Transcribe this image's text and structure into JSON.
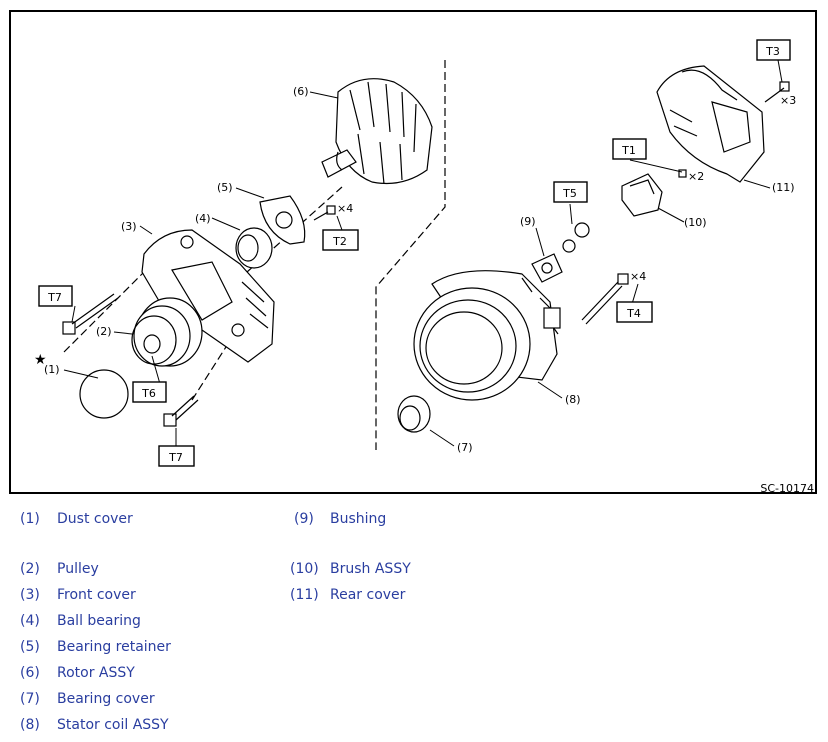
{
  "figure_code": "SC-10174",
  "callouts": {
    "c1": "(1)",
    "c2": "(2)",
    "c3": "(3)",
    "c4": "(4)",
    "c5": "(5)",
    "c6": "(6)",
    "c7": "(7)",
    "c8": "(8)",
    "c9": "(9)",
    "c10": "(10)",
    "c11": "(11)"
  },
  "torques": {
    "t1": "T1",
    "t2": "T2",
    "t3": "T3",
    "t4": "T4",
    "t5": "T5",
    "t6": "T6",
    "t7a": "T7",
    "t7b": "T7"
  },
  "multipliers": {
    "m2": "×2",
    "m3": "×3",
    "m4a": "×4",
    "m4b": "×4"
  },
  "star": "★",
  "legend": [
    {
      "num": "(1)",
      "name": "Dust cover"
    },
    {
      "num": "(2)",
      "name": "Pulley"
    },
    {
      "num": "(3)",
      "name": "Front cover"
    },
    {
      "num": "(4)",
      "name": "Ball bearing"
    },
    {
      "num": "(5)",
      "name": "Bearing retainer"
    },
    {
      "num": "(6)",
      "name": "Rotor ASSY"
    },
    {
      "num": "(7)",
      "name": "Bearing cover"
    },
    {
      "num": "(8)",
      "name": "Stator coil ASSY"
    },
    {
      "num": "(9)",
      "name": "Bushing"
    },
    {
      "num": "(10)",
      "name": "Brush ASSY"
    },
    {
      "num": "(11)",
      "name": "Rear cover"
    }
  ]
}
